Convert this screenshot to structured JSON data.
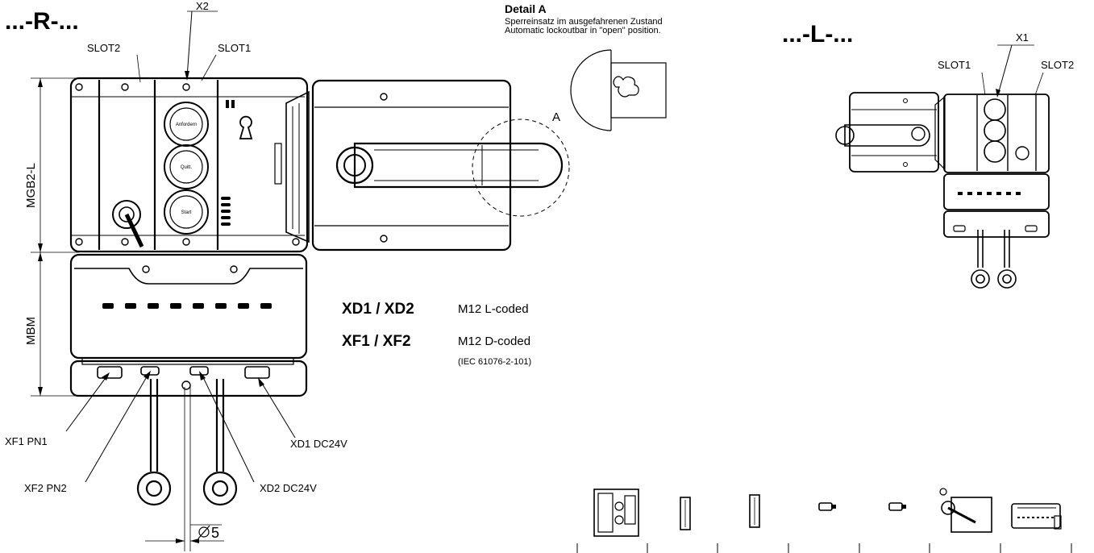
{
  "headers": {
    "right_variant": "...-R-...",
    "left_variant": "...-L-..."
  },
  "labels": {
    "x2": "X2",
    "x1": "X1",
    "slot1": "SLOT1",
    "slot2": "SLOT2",
    "slot1_small": "SLOT1",
    "slot2_small": "SLOT2",
    "mgb2": "MGB2-L",
    "mbm": "MBM",
    "detail_ref": "A",
    "xf1": "XF1 PN1",
    "xf2": "XF2 PN2",
    "xd1": "XD1 DC24V",
    "xd2": "XD2 DC24V",
    "dim_label": "5"
  },
  "buttons": {
    "b1": "Anfordern",
    "b2": "Quitt.",
    "b3": "Start"
  },
  "detail": {
    "title": "Detail A",
    "line1": "Sperreinsatz im ausgefahrenen Zustand",
    "line2": "Automatic lockoutbar in \"open\" position."
  },
  "legend": {
    "xd": "XD1 / XD2",
    "xd_desc": "M12 L-coded",
    "xf": "XF1 / XF2",
    "xf_desc": "M12 D-coded",
    "norm": "(IEC 61076-2-101)"
  },
  "colors": {
    "line": "#000000",
    "background": "#ffffff"
  }
}
